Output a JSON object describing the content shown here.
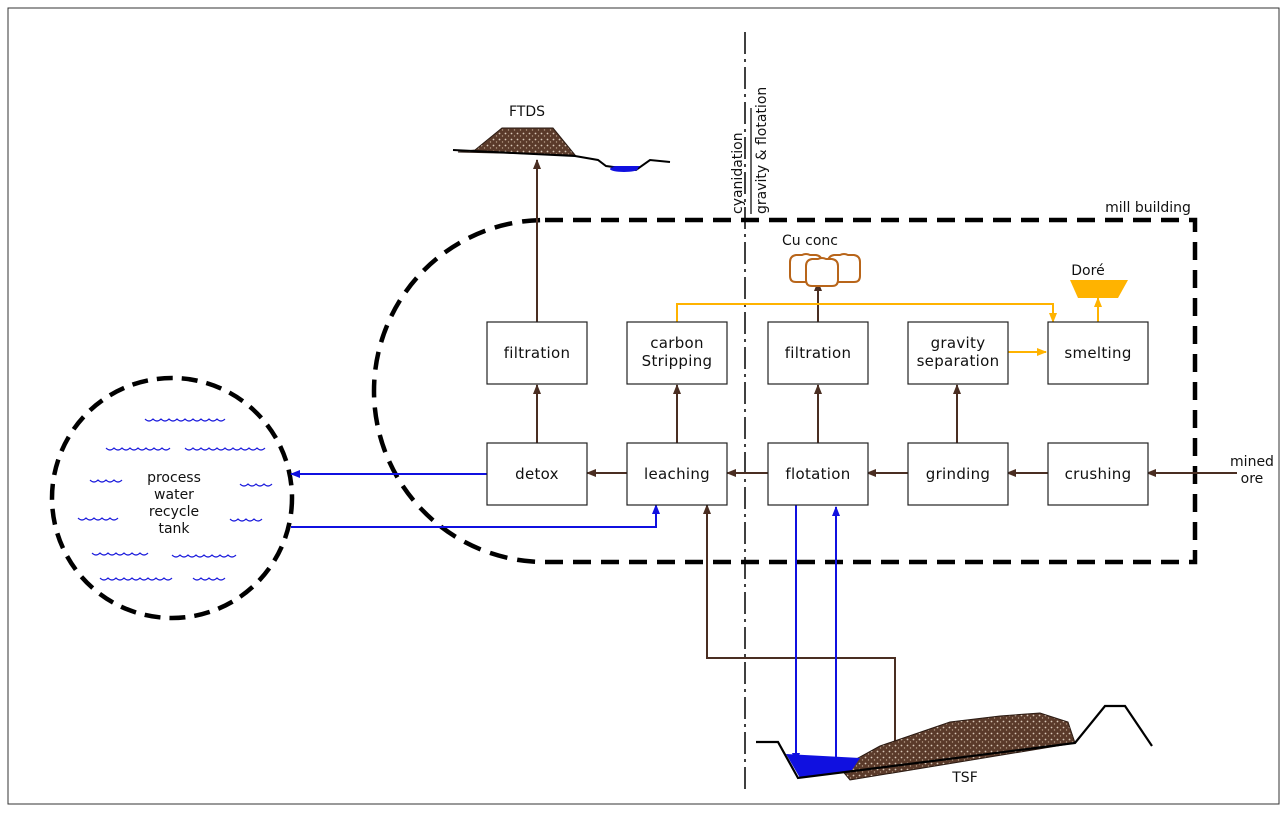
{
  "boxes": {
    "filtration_left": "filtration",
    "carbon_stripping_1": "carbon",
    "carbon_stripping_2": "Stripping",
    "filtration_right": "filtration",
    "gravity_separation_1": "gravity",
    "gravity_separation_2": "separation",
    "smelting": "smelting",
    "detox": "detox",
    "leaching": "leaching",
    "flotation": "flotation",
    "grinding": "grinding",
    "crushing": "crushing"
  },
  "labels": {
    "ftds": "FTDS",
    "cu_conc": "Cu conc",
    "dore": "Doré",
    "mill_building": "mill building",
    "mined_ore_1": "mined",
    "mined_ore_2": "ore",
    "tsf": "TSF",
    "cyanidation": "cyanidation",
    "gravity_flotation": "gravity & flotation",
    "tank_1": "process",
    "tank_2": "water",
    "tank_3": "recycle",
    "tank_4": "tank"
  },
  "colors": {
    "slurry_flow": "#4a2e22",
    "water_flow": "#1010e0",
    "gold_flow": "#ffb300",
    "tailings": "#5a3a2a",
    "water_fill": "#1010e0"
  }
}
